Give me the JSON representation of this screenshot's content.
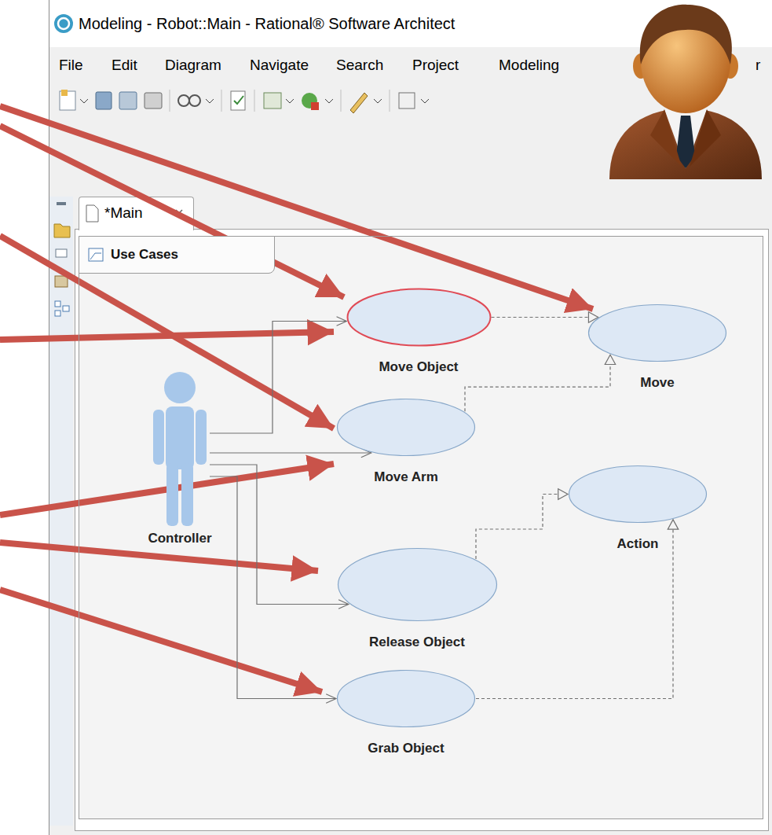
{
  "diagram": {
    "nodes": [
      {
        "text": [
          "Use Cases"
        ]
      },
      {
        "text": [
          "Move Object"
        ],
        "in": 0
      },
      {
        "text": [
          "Move"
        ],
        "in": 0
      },
      {
        "text": [
          "Controller"
        ],
        "in": 0
      },
      {
        "text": [
          "Move Arm"
        ],
        "in": 0
      },
      {
        "text": [
          "Action"
        ],
        "in": 0
      },
      {
        "text": [
          "Release Object"
        ],
        "in": 0
      },
      {
        "text": [
          "Grab Object"
        ],
        "in": 0
      }
    ],
    "edges": [
      {
        "from": 3,
        "to": 1,
        "arrow": "to"
      },
      {
        "from": 3,
        "to": 4,
        "arrow": "to"
      },
      {
        "from": 3,
        "to": 6,
        "arrow": "to"
      },
      {
        "from": 3,
        "to": 7,
        "arrow": "to"
      },
      {
        "from": 1,
        "to": 2,
        "arrow": "to"
      },
      {
        "from": 4,
        "to": 2,
        "arrow": "to"
      },
      {
        "from": 6,
        "to": 5,
        "arrow": "to"
      },
      {
        "from": 7,
        "to": 5,
        "arrow": "to"
      }
    ],
    "labels": [
      "Modeling - Robot::Main - Rational® Software Architect",
      "File",
      "Edit",
      "Diagram",
      "Navigate",
      "Search",
      "Project",
      "Modeling",
      "r",
      "*Main"
    ]
  }
}
